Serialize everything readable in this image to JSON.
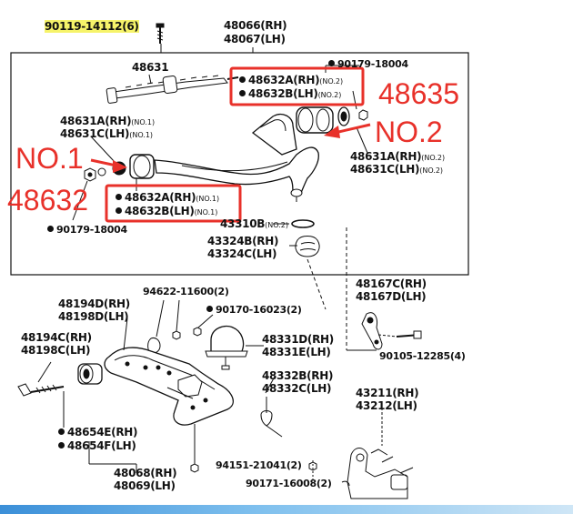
{
  "diagram": {
    "top_part": {
      "number": "90119-14112",
      "qty": "(6)"
    },
    "arm_pair": {
      "rh": "48066(RH)",
      "lh": "48067(LH)"
    },
    "box": {
      "shaft": "48631",
      "nut_top": "90179-18004",
      "bush_no2": {
        "rh": "48632A(RH)",
        "lh": "48632B(LH)",
        "note": "(NO.2)"
      },
      "bolt_no1": {
        "rh": "48631A(RH)",
        "lh": "48631C(LH)",
        "note": "(NO.1)"
      },
      "bolt_no2": {
        "rh": "48631A(RH)",
        "lh": "48631C(LH)",
        "note": "(NO.2)"
      },
      "bush_no1": {
        "rh": "48632A(RH)",
        "lh": "48632B(LH)",
        "note": "(NO.1)"
      },
      "nut_bottom": "90179-18004",
      "ring": {
        "label": "43310B",
        "note": "(NO.2)"
      },
      "boot": {
        "rh": "43324B(RH)",
        "lh": "43324C(LH)"
      }
    },
    "lower": {
      "cam_plate": {
        "rh": "48167C(RH)",
        "lh": "48167D(LH)"
      },
      "bolt_a": {
        "rh": "48194D(RH)",
        "lh": "48198D(LH)"
      },
      "nut_a": {
        "number": "94622-11600",
        "qty": "(2)"
      },
      "nut_b": {
        "number": "90170-16023",
        "qty": "(2)"
      },
      "bolt_b": {
        "rh": "48194C(RH)",
        "lh": "48198C(LH)"
      },
      "ball_joint": {
        "rh": "48331D(RH)",
        "lh": "48331E(LH)"
      },
      "bolt_c": {
        "number": "90105-12285",
        "qty": "(4)"
      },
      "stopper": {
        "rh": "48332B(RH)",
        "lh": "48332C(LH)"
      },
      "knuckle": {
        "rh": "43211(RH)",
        "lh": "43212(LH)"
      },
      "bush_lower": {
        "rh": "48654E(RH)",
        "lh": "48654F(LH)"
      },
      "washer": {
        "number": "94151-21041",
        "qty": "(2)"
      },
      "nut_c": {
        "number": "90171-16008",
        "qty": "(2)"
      },
      "lower_arm": {
        "rh": "48068(RH)",
        "lh": "48069(LH)"
      }
    }
  },
  "annotations": {
    "label_48635": "48635",
    "label_no2": "NO.2",
    "label_no1": "NO.1",
    "label_48632": "48632"
  },
  "colors": {
    "annotation": "#e8312a",
    "highlight": "#f6f36a",
    "line": "#111111",
    "bar_start": "#3b8fd8",
    "bar_end": "#cfe6f6"
  }
}
